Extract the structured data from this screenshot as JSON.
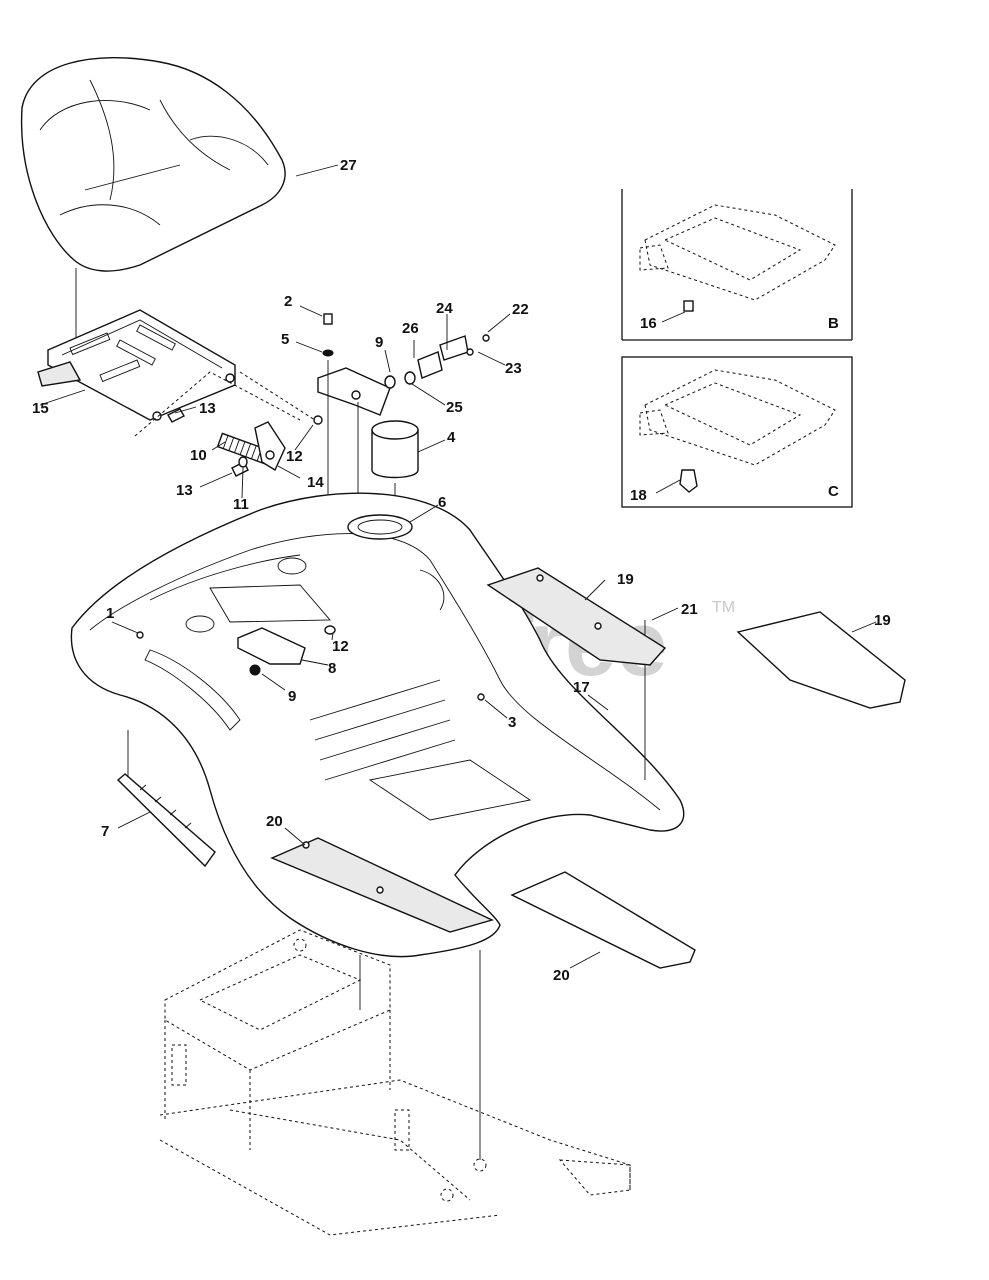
{
  "watermark": {
    "text": "PartsTree",
    "trademark": "TM"
  },
  "inset_b": {
    "letter": "B",
    "part": "16"
  },
  "inset_c": {
    "letter": "C",
    "part": "18"
  },
  "callouts": {
    "c1": "1",
    "c2": "2",
    "c3": "3",
    "c4": "4",
    "c5": "5",
    "c6": "6",
    "c7": "7",
    "c8": "8",
    "c9a": "9",
    "c9b": "9",
    "c10": "10",
    "c11": "11",
    "c12a": "12",
    "c12b": "12",
    "c13a": "13",
    "c13b": "13",
    "c14": "14",
    "c15": "15",
    "c17": "17",
    "c19a": "19",
    "c19b": "19",
    "c20a": "20",
    "c20b": "20",
    "c21": "21",
    "c22": "22",
    "c23": "23",
    "c24": "24",
    "c25": "25",
    "c26": "26",
    "c27": "27"
  }
}
